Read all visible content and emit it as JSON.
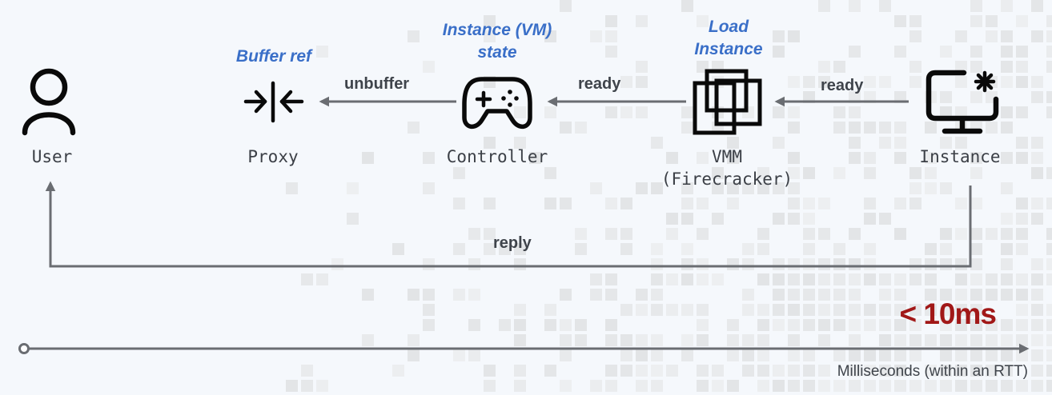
{
  "nodes": {
    "user": {
      "label": "User",
      "icon": "user-icon"
    },
    "proxy": {
      "label": "Proxy",
      "icon": "merge-arrows-icon"
    },
    "controller": {
      "label": "Controller",
      "icon": "gamepad-icon"
    },
    "vmm": {
      "label_line1": "VMM",
      "label_line2": "(Firecracker)",
      "icon": "stacked-windows-icon"
    },
    "instance": {
      "label": "Instance",
      "icon": "monitor-gear-icon"
    }
  },
  "states": {
    "proxy": "Buffer ref",
    "controller_line1": "Instance (VM)",
    "controller_line2": "state",
    "vmm_line1": "Load",
    "vmm_line2": "Instance"
  },
  "edges": {
    "instance_to_vmm": "ready",
    "vmm_to_controller": "ready",
    "controller_to_proxy": "unbuffer",
    "instance_to_user": "reply"
  },
  "timeline": {
    "latency": "< 10ms",
    "axis_label": "Milliseconds (within an RTT)"
  },
  "colors": {
    "accent_blue": "#3a6fc8",
    "latency_red": "#a11818",
    "arrow_gray": "#6a6d72",
    "icon_black": "#0a0a0a"
  }
}
